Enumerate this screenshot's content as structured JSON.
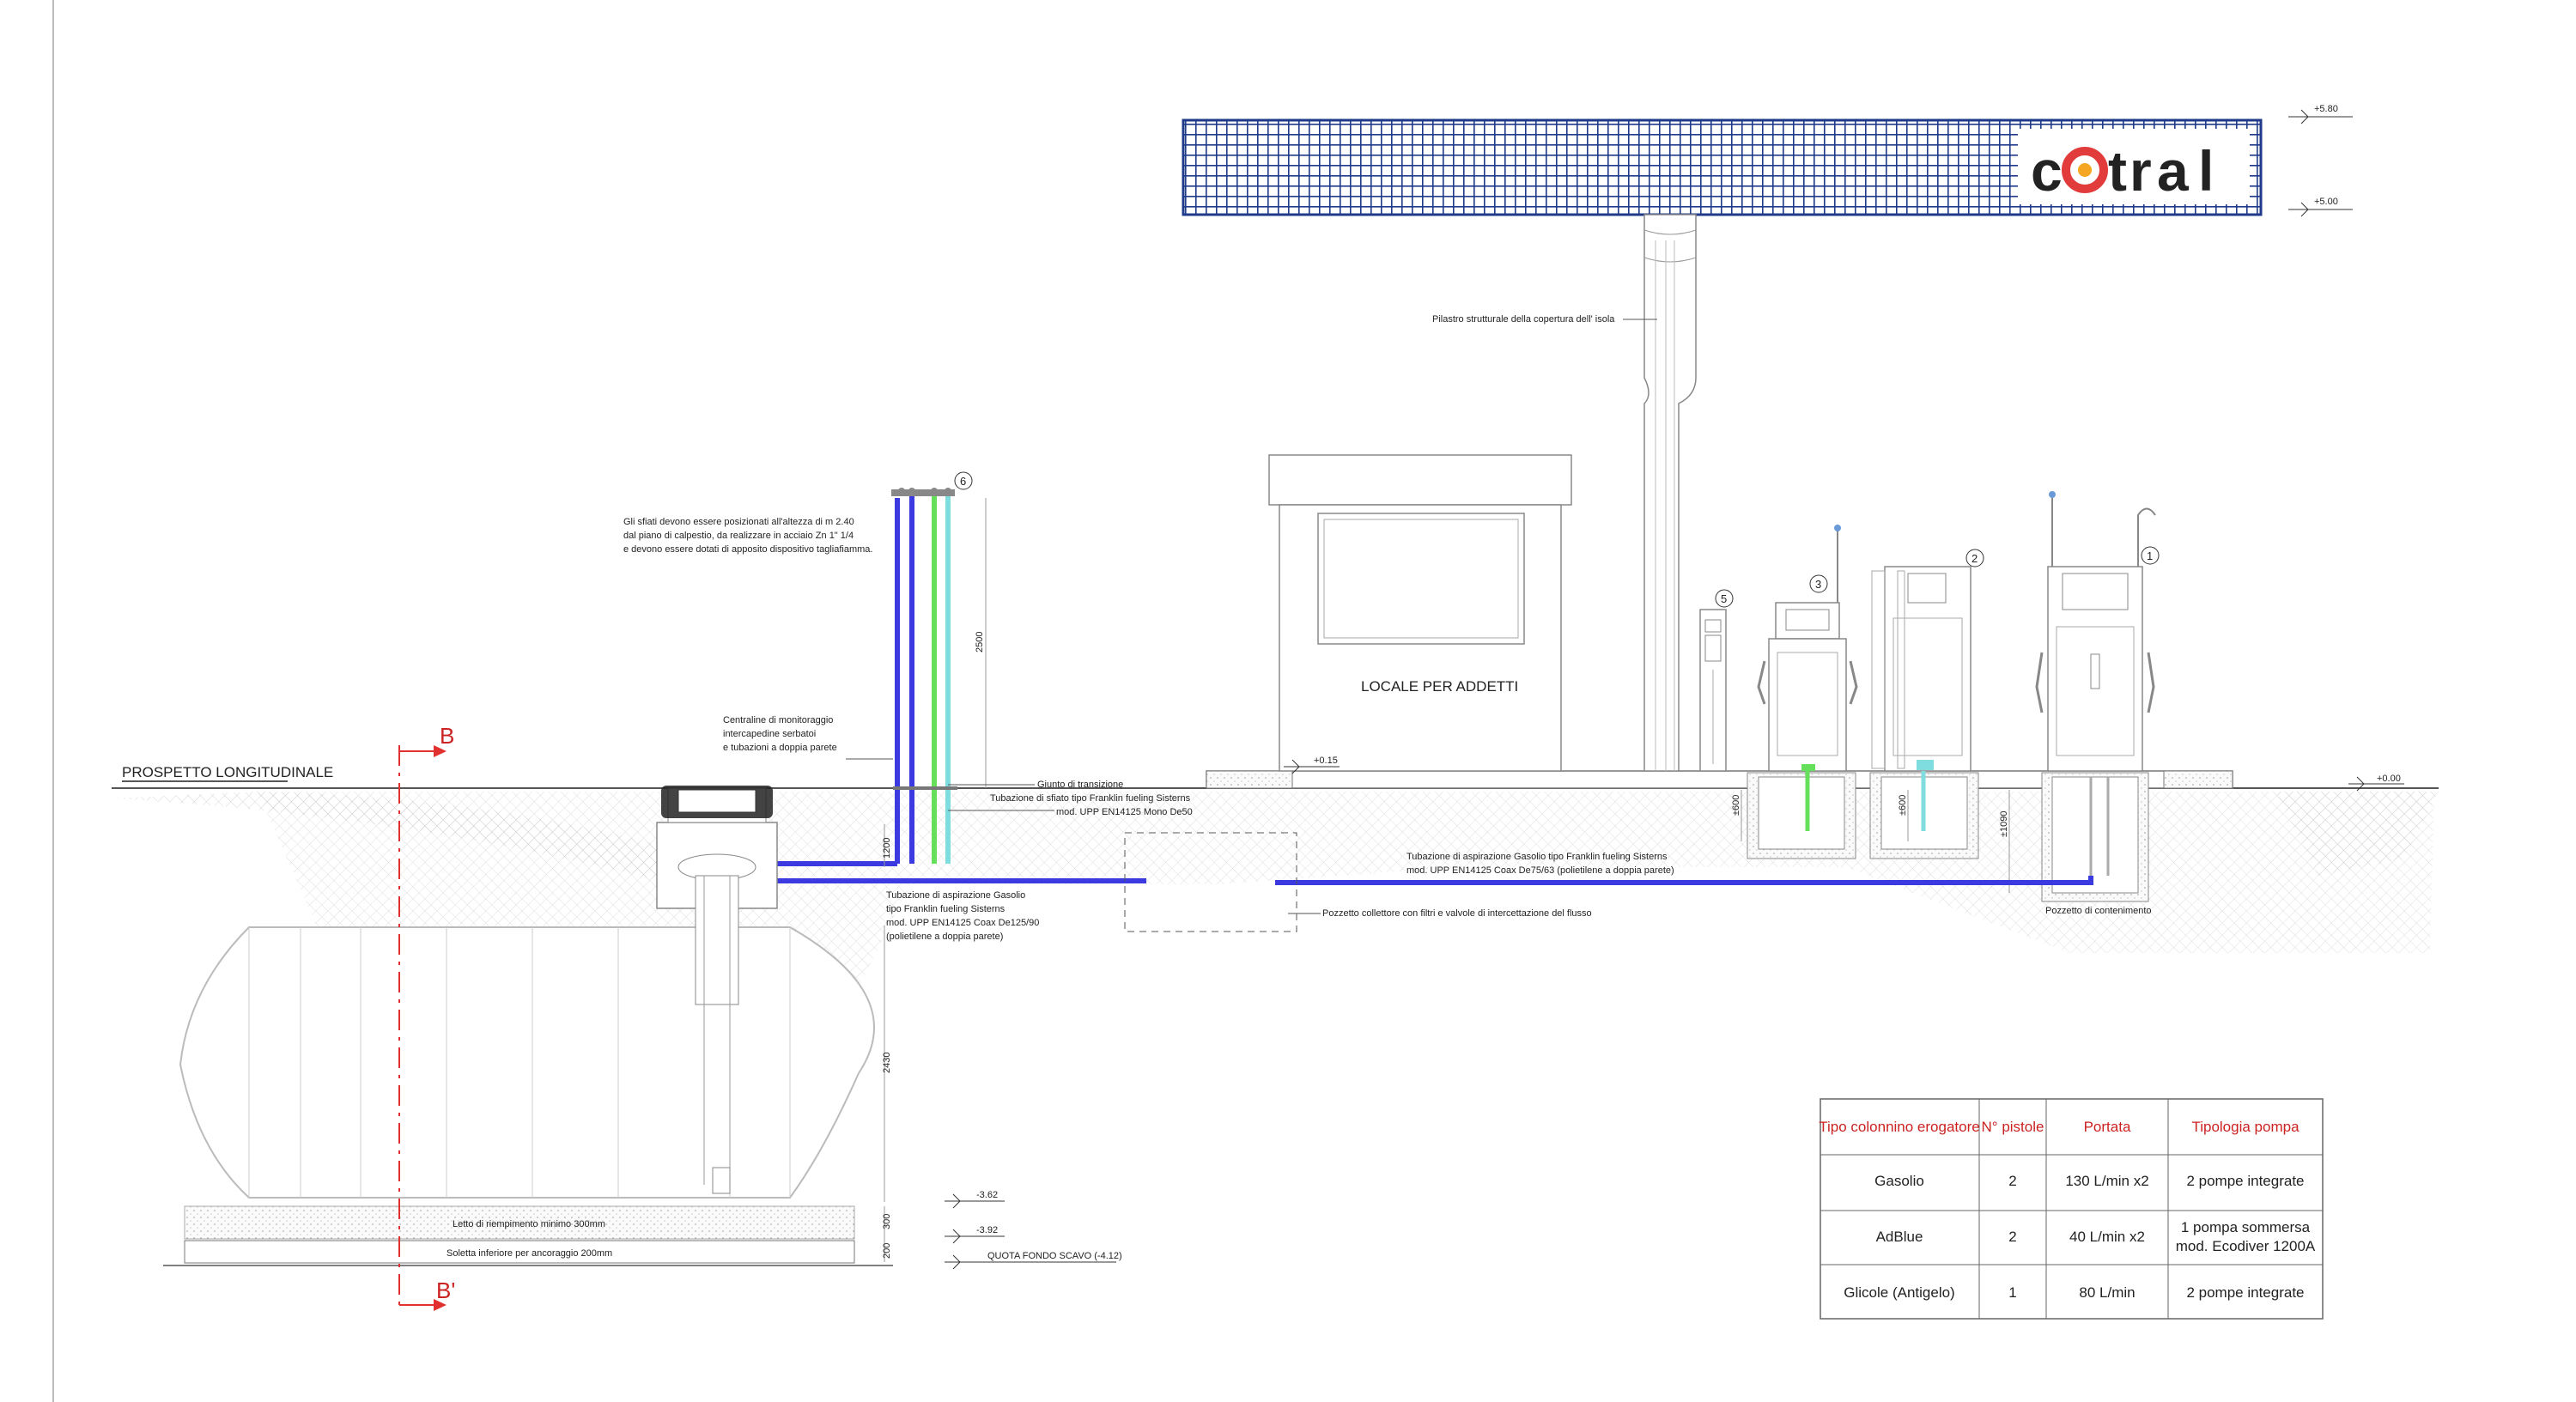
{
  "title": "PROSPETTO LONGITUDINALE",
  "brand": {
    "name": "cotral",
    "colors": {
      "c": "#1f6fb5",
      "o_outer": "#e23b3b",
      "o_inner": "#f5a623",
      "t": "#c0392b",
      "r": "#2e86c1",
      "a": "#8e44ad",
      "l": "#1f6fb5"
    }
  },
  "colors": {
    "blue_pipe": "#3a3ae0",
    "green_pipe": "#66e05a",
    "cyan_pipe": "#7fdde0",
    "canopy": "#1f3a8a",
    "section": "#e03030"
  },
  "section_marks": {
    "top": "B",
    "bottom": "B'"
  },
  "levels": {
    "canopy_top": "+5.80",
    "canopy_bottom": "+5.00",
    "island": "+0.15",
    "ground": "+0.00",
    "l1": "-3.62",
    "l2": "-3.92",
    "l3": "QUOTA FONDO SCAVO (-4.12)"
  },
  "labels": {
    "pilastro": "Pilastro strutturale della copertura dell' isola",
    "locale": "LOCALE PER ADDETTI",
    "sfiati": [
      "Gli sfiati devono essere posizionati all'altezza di m 2.40",
      "dal piano di calpestio, da realizzare in acciaio Zn 1\" 1/4",
      "e devono essere dotati di apposito dispositivo tagliafiamma."
    ],
    "centraline": [
      "Centraline di monitoraggio",
      "intercapedine serbatoi",
      "e tubazioni a doppia parete"
    ],
    "giunto": "Giunto di transizione",
    "sfiato_pipe": [
      "Tubazione di sfiato tipo Franklin fueling Sisterns",
      "mod. UPP EN14125 Mono De50"
    ],
    "aspirazione_left": [
      "Tubazione di aspirazione Gasolio",
      "tipo Franklin fueling Sisterns",
      "mod. UPP EN14125 Coax De125/90",
      "(polietilene a doppia parete)"
    ],
    "aspirazione_right": [
      "Tubazione di aspirazione Gasolio tipo Franklin fueling Sisterns",
      "mod. UPP EN14125 Coax De75/63 (polietilene a doppia parete)"
    ],
    "pozzetto_collettore": "Pozzetto collettore con filtri e valvole di intercettazione del flusso",
    "pozzetto_contenimento": "Pozzetto di contenimento",
    "letto": "Letto di riempimento minimo 300mm",
    "soletta": "Soletta inferiore per ancoraggio 200mm"
  },
  "dims": {
    "vent_h": "2500",
    "tank_h": "2430",
    "pipe_depth": "1200",
    "d1": "300",
    "d2": "200",
    "pit_a": "±600",
    "pit_b": "±600",
    "pit_c": "±1090"
  },
  "markers": [
    "1",
    "2",
    "3",
    "5",
    "6"
  ],
  "table": {
    "headers": [
      "Tipo colonnino erogatore",
      "N° pistole",
      "Portata",
      "Tipologia pompa"
    ],
    "rows": [
      [
        "Gasolio",
        "2",
        "130 L/min x2",
        "2 pompe integrate",
        ""
      ],
      [
        "AdBlue",
        "2",
        "40 L/min x2",
        "1 pompa sommersa",
        "mod. Ecodiver 1200A"
      ],
      [
        "Glicole (Antigelo)",
        "1",
        "80 L/min",
        "2 pompe integrate",
        ""
      ]
    ]
  }
}
